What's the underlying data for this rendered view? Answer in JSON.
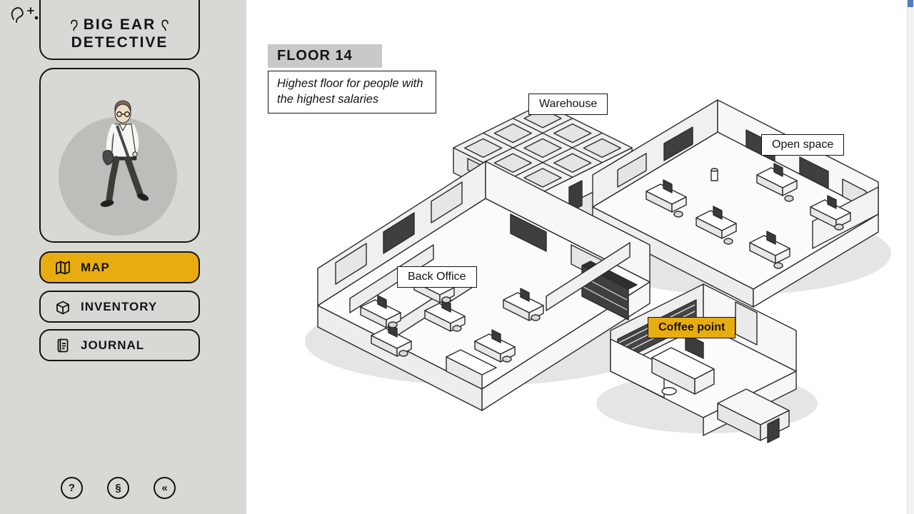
{
  "app": {
    "name": "Big Ear Detective"
  },
  "colors": {
    "accent": "#E9AC10",
    "sidebar_bg": "#D8D8D4",
    "ink": "#141414",
    "paper": "#FFFFFF"
  },
  "sidebar": {
    "logo": {
      "line1": "BIG EAR",
      "line2": "DETECTIVE",
      "icon": "ear-icon"
    },
    "buttons": [
      {
        "id": "map",
        "label": "MAP",
        "icon": "map-icon",
        "active": true
      },
      {
        "id": "inventory",
        "label": "INVENTORY",
        "icon": "inventory-box-icon",
        "active": false
      },
      {
        "id": "journal",
        "label": "JOURNAL",
        "icon": "journal-icon",
        "active": false
      }
    ],
    "footer_buttons": [
      {
        "id": "help",
        "glyph": "?"
      },
      {
        "id": "sound",
        "glyph": "§"
      },
      {
        "id": "back",
        "glyph": "«"
      }
    ]
  },
  "map": {
    "floor_title": "FLOOR 14",
    "floor_subtitle": "Highest floor for people with the highest salaries",
    "labels": [
      {
        "id": "warehouse",
        "text": "Warehouse",
        "highlighted": false
      },
      {
        "id": "open-space",
        "text": "Open space",
        "highlighted": false
      },
      {
        "id": "back-office",
        "text": "Back Office",
        "highlighted": false
      },
      {
        "id": "coffee-point",
        "text": "Coffee point",
        "highlighted": true
      }
    ]
  }
}
